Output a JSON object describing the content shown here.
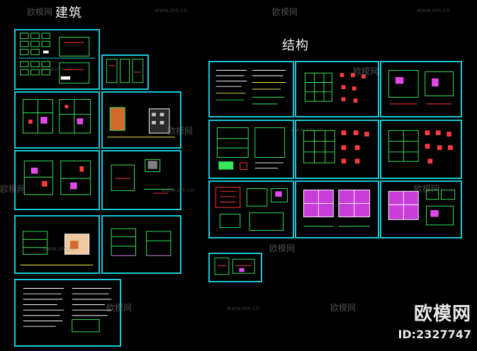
{
  "labels": {
    "architecture": "建筑",
    "structure": "结构"
  },
  "watermark": {
    "brand_text": "欧模网",
    "url_text": "www.om.cn",
    "corner_brand": "欧模网",
    "corner_id": "ID:2327747"
  },
  "colors": {
    "background": "#000000",
    "sheet_border": "#19c6d4",
    "drawing_green": "#36e85a",
    "drawing_red": "#ff3b3b",
    "drawing_yellow": "#f3e84a",
    "drawing_magenta": "#e04ae8",
    "drawing_white": "#ffffff"
  }
}
